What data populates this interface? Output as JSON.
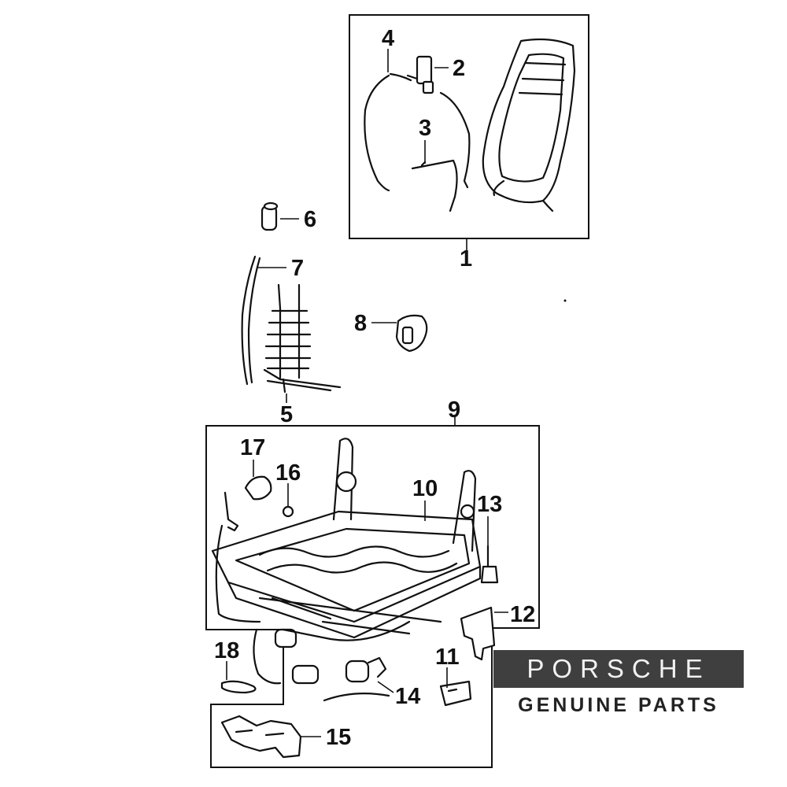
{
  "callouts": [
    "1",
    "2",
    "3",
    "4",
    "5",
    "6",
    "7",
    "8",
    "9",
    "10",
    "11",
    "12",
    "13",
    "14",
    "15",
    "16",
    "17",
    "18"
  ],
  "brand": {
    "wordmark": "PORSCHE",
    "tagline": "GENUINE PARTS"
  },
  "colors": {
    "ink": "#111111",
    "logo_band": "#3f3f3f",
    "background": "#ffffff"
  }
}
